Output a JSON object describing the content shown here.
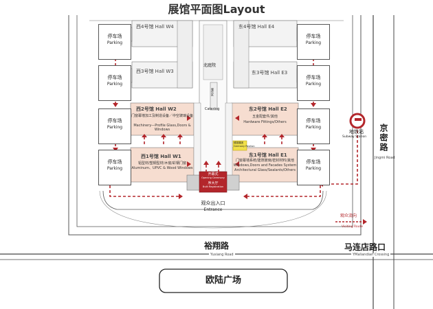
{
  "title": "展馆平面图Layout",
  "halls": {
    "w4": {
      "label": "西4号馆  Hall W4"
    },
    "w3": {
      "label": "西3号馆  Hall W3"
    },
    "e4": {
      "label": "东4号馆  Hall E4"
    },
    "e3": {
      "label": "东3号馆  Hall E3"
    },
    "w2": {
      "label": "西2号馆  Hall W2",
      "cn_desc": "门窗幕墙加工及制造设备／中空玻璃设备",
      "en_desc": "Machinery—Profile Glass,Doors & Windows"
    },
    "w1": {
      "label": "西1号馆  Hall W1",
      "cn_desc": "铝型材/塑钢型材/木窗/彩钢门窗",
      "en_desc": "Aluminum、UPVC & Wood Windows"
    },
    "e2": {
      "label": "东2号馆  Hall E2",
      "cn_desc": "五金配套件/其他",
      "en_desc": "Hardware Fittings/Others"
    },
    "e1": {
      "label": "东1号馆  Hall E1",
      "cn_desc": "门窗幕墙系统/建筑玻璃/密封材料/其他",
      "en_desc1": "Windows,Doors and Facades System",
      "en_desc2": "Architectural Glass/Sealants/Others"
    }
  },
  "parking": {
    "cn": "停车场",
    "en": "Parking"
  },
  "north_court": "北庭院",
  "catering": {
    "cn": "餐饮区",
    "en": "Catering"
  },
  "germany_pavilion": {
    "cn": "德国展团",
    "en": "Germany Pavilion"
  },
  "opening": {
    "cn": "开幕式",
    "en": "Opening Ceremony"
  },
  "registration": {
    "cn": "序大厅",
    "en": "Built Registration"
  },
  "entrance": {
    "cn": "观众出入口",
    "en": "Entrance"
  },
  "subway": {
    "cn": "地铁站",
    "en": "Subway Station"
  },
  "visiting_route": {
    "cn": "观众流向",
    "en": "Visiting Route"
  },
  "roads": {
    "yuxiang": {
      "cn": "裕翔路",
      "en": "Yuxiang Road"
    },
    "malian": {
      "cn": "马连店路口",
      "en": "YMaliandian Crossing"
    },
    "jingmi": {
      "cn": "京密路",
      "en": "Jingmi Road"
    }
  },
  "plaza": "欧陆广场",
  "colors": {
    "accent": "#b3262b",
    "hall_fill": "#f6ddd0",
    "pale": "#f3f3f3"
  }
}
